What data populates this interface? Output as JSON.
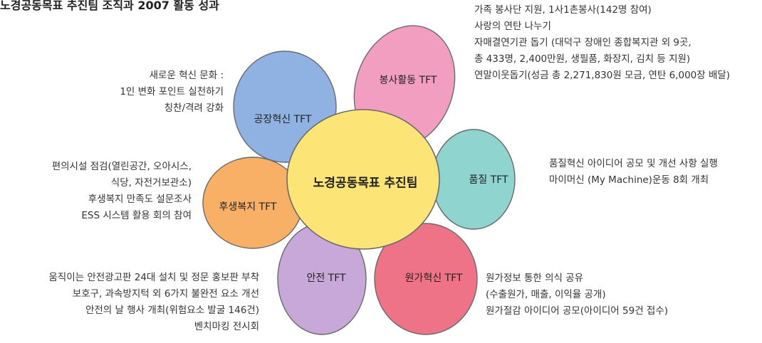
{
  "title": "노경공동목표 추진팀 조직과 2007 활동 성과",
  "center": {
    "label": "노경공동목표 추진팀",
    "color": "#fde476"
  },
  "petals": [
    {
      "id": "service",
      "label": "봉사활동 TFT",
      "color": "#f29ec0"
    },
    {
      "id": "quality",
      "label": "품질 TFT",
      "color": "#8fd4cf"
    },
    {
      "id": "cost",
      "label": "원가혁신 TFT",
      "color": "#ef7386"
    },
    {
      "id": "safety",
      "label": "안전 TFT",
      "color": "#c7a8d8"
    },
    {
      "id": "welfare",
      "label": "후생복지 TFT",
      "color": "#f7b066"
    },
    {
      "id": "factory",
      "label": "공장혁신 TFT",
      "color": "#8fb2e2"
    }
  ],
  "notes": {
    "service": [
      "가족 봉사단 지원, 1사1촌봉사(142명 참여)",
      "사랑의 연탄 나누기",
      "자매결연기관 돕기 (대덕구 장애인 종합복지관 외 9곳,",
      "총 433명, 2,400만원, 생필품, 화장지, 김치 등 지원)",
      "연말이웃돕기(성금 총 2,271,830원 모금, 연탄 6,000장 배달)"
    ],
    "factory": [
      "새로운 혁신 문화 :",
      "1인 변화 포인트 실천하기",
      "칭찬/격려 강화"
    ],
    "quality": [
      "품질혁신 아이디어 공모 및 개선 사항 실행",
      "마이머신 (My Machine)운동 8회 개최"
    ],
    "welfare": [
      "편의시설 점검(열린공간, 오아시스,",
      "식당, 자전거보관소)",
      "후생복지 만족도 설문조사",
      "ESS 시스템 활용 회의 참여"
    ],
    "safety": [
      "움직이는 안전광고판 24대 설치 및 정문 홍보판 부착",
      "보호구, 과속방지턱 외 6가지 불완전 요소 개선",
      "안전의 날 행사 개최(위험요소 발굴 146건)",
      "벤치마킹 전시회"
    ],
    "cost": [
      "원가정보 통한 의식 공유",
      "(수출원가, 매출, 이익율 공개)",
      "원가절감 아이디어 공모(아이디어 59건 접수)"
    ]
  }
}
